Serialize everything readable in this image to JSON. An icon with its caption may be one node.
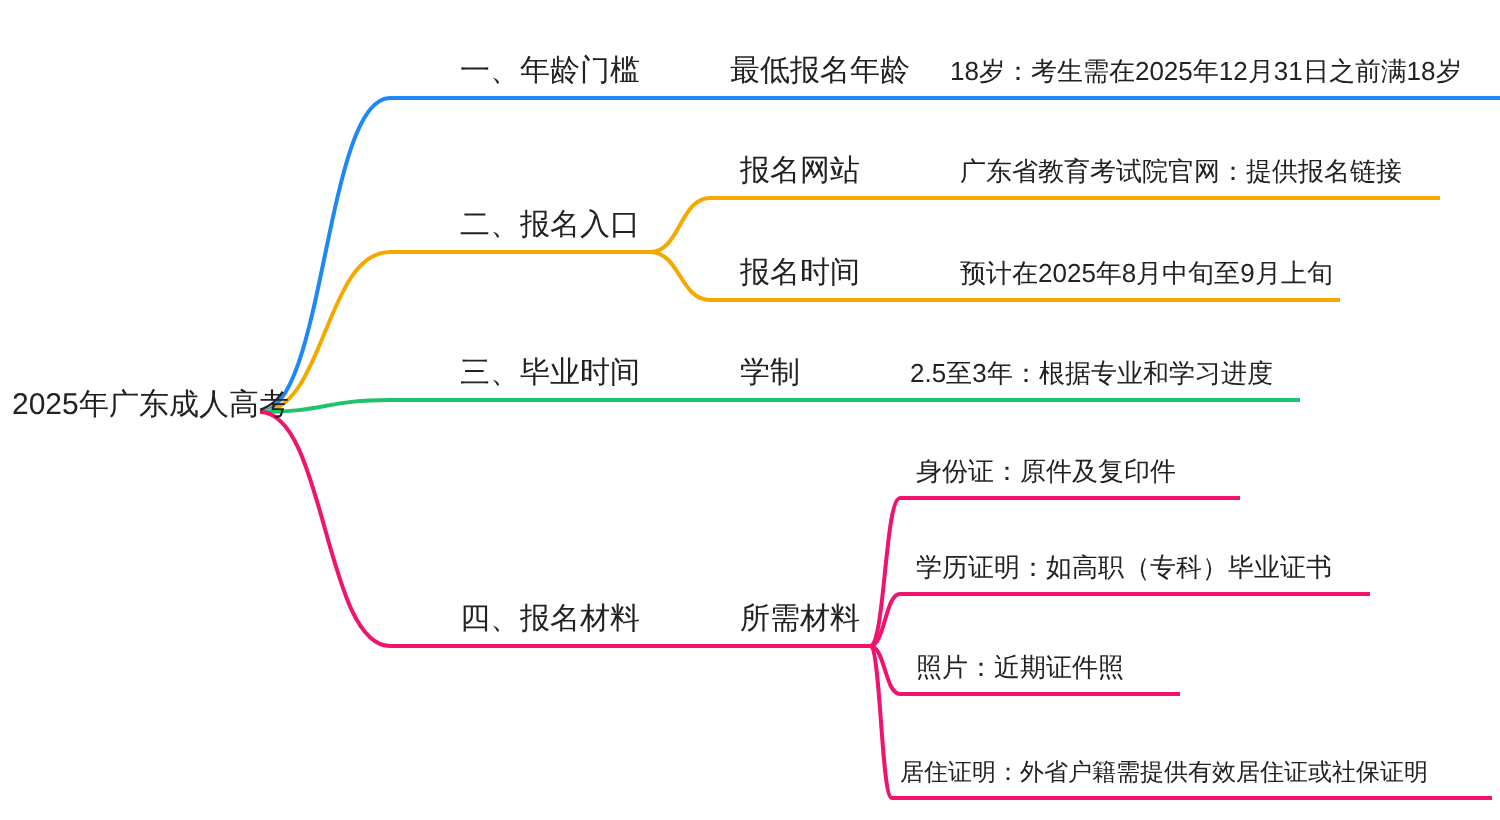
{
  "diagram": {
    "nodes": [
      {
        "text": [
          "2025年广东成人高考"
        ]
      },
      {
        "text": [
          "一、年龄门槛"
        ]
      },
      {
        "text": [
          "最低报名年龄"
        ]
      },
      {
        "text": [
          "18岁：考生需在2025年12月31日之前满18岁"
        ]
      },
      {
        "text": [
          "二、报名入口"
        ]
      },
      {
        "text": [
          "报名网站"
        ]
      },
      {
        "text": [
          "广东省教育考试院官网：提供报名链接"
        ]
      },
      {
        "text": [
          "报名时间"
        ]
      },
      {
        "text": [
          "预计在2025年8月中旬至9月上旬"
        ]
      },
      {
        "text": [
          "三、毕业时间"
        ]
      },
      {
        "text": [
          "学制"
        ]
      },
      {
        "text": [
          "2.5至3年：根据专业和学习进度"
        ]
      },
      {
        "text": [
          "四、报名材料"
        ]
      },
      {
        "text": [
          "所需材料"
        ]
      },
      {
        "text": [
          "身份证：原件及复印件"
        ]
      },
      {
        "text": [
          "学历证明：如高职（专科）毕业证书"
        ]
      },
      {
        "text": [
          "照片：近期证件照"
        ]
      },
      {
        "text": [
          "居住证明：外省户籍需提供有效居住证或社保证明"
        ]
      }
    ],
    "edges": [
      {
        "from": 0,
        "to": 1,
        "arrow": "none",
        "color": "#1e88f5"
      },
      {
        "from": 1,
        "to": 2,
        "arrow": "none",
        "color": "#1e88f5"
      },
      {
        "from": 2,
        "to": 3,
        "arrow": "none",
        "color": "#1e88f5"
      },
      {
        "from": 0,
        "to": 4,
        "arrow": "none",
        "color": "#f5a800"
      },
      {
        "from": 4,
        "to": 5,
        "arrow": "none",
        "color": "#f5a800"
      },
      {
        "from": 5,
        "to": 6,
        "arrow": "none",
        "color": "#f5a800"
      },
      {
        "from": 4,
        "to": 7,
        "arrow": "none",
        "color": "#f5a800"
      },
      {
        "from": 7,
        "to": 8,
        "arrow": "none",
        "color": "#f5a800"
      },
      {
        "from": 0,
        "to": 9,
        "arrow": "none",
        "color": "#1ec46a"
      },
      {
        "from": 9,
        "to": 10,
        "arrow": "none",
        "color": "#1ec46a"
      },
      {
        "from": 10,
        "to": 11,
        "arrow": "none",
        "color": "#1ec46a"
      },
      {
        "from": 0,
        "to": 12,
        "arrow": "none"
      },
      {
        "from": 12,
        "to": 13,
        "arrow": "none"
      },
      {
        "from": 13,
        "to": 14,
        "arrow": "none"
      },
      {
        "from": 13,
        "to": 15,
        "arrow": "none"
      },
      {
        "from": 13,
        "to": 16,
        "arrow": "none"
      },
      {
        "from": 13,
        "to": 17,
        "arrow": "none"
      }
    ]
  }
}
